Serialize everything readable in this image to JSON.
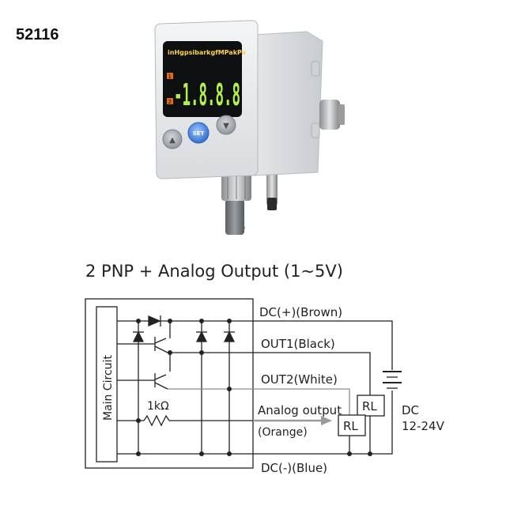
{
  "product_code": "52116",
  "device": {
    "display_units": "inHgpsibarkgfMPakPa",
    "display_reading": "-1.8.8.8",
    "indicator_1": "1",
    "indicator_2": "2",
    "buttons": {
      "up_glyph": "▲",
      "set_label": "SET",
      "down_glyph": "▼"
    }
  },
  "diagram": {
    "title": "2 PNP + Analog Output (1~5V)",
    "main_circuit_label": "Main Circuit",
    "resistor_label": "1kΩ",
    "wires": {
      "dc_plus": "DC(+)(Brown)",
      "out1": "OUT1(Black)",
      "out2": "OUT2(White)",
      "analog_line1": "Analog output",
      "analog_line2": "(Orange)",
      "dc_minus": "DC(-)(Blue)"
    },
    "relay_1": "RL",
    "relay_2": "RL",
    "supply_line1": "DC",
    "supply_line2": "12-24V",
    "colors": {
      "analog_wire": "#9a9a9a",
      "wire": "#222222"
    }
  }
}
